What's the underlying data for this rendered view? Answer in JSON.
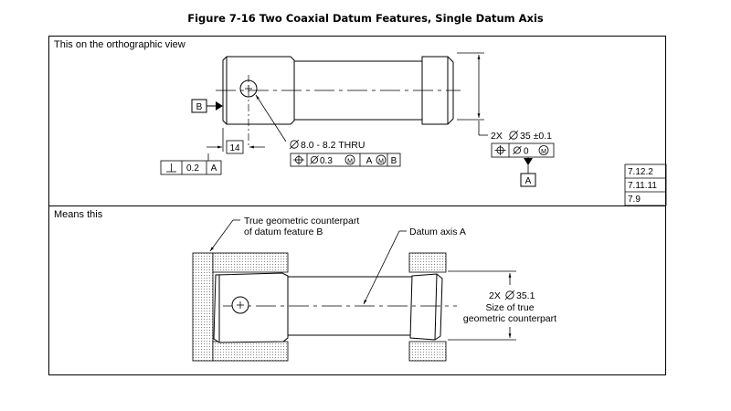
{
  "figure": {
    "title": "Figure 7-16 Two Coaxial Datum Features, Single Datum Axis"
  },
  "top_panel": {
    "caption": "This on the orthographic view",
    "datum_b_label": "B",
    "datum_a_label": "A",
    "dim_14": "14",
    "hole_spec": "8.0 - 8.2  THRU",
    "hole_fcf": {
      "tolerance": "0.3",
      "datum_1": "A",
      "datum_2": "B"
    },
    "perp_fcf": {
      "tolerance": "0.2",
      "datum": "A"
    },
    "shaft_spec": "2X",
    "shaft_dim": "35 ±0.1",
    "shaft_fcf": {
      "tolerance": "0"
    },
    "refs": [
      "7.12.2",
      "7.11.11",
      "7.9"
    ]
  },
  "bottom_panel": {
    "caption": "Means this",
    "note_b_line1": "True geometric counterpart",
    "note_b_line2": "of datum feature B",
    "note_axis": "Datum axis A",
    "size_line1": "2X",
    "size_line1_dim": "35.1",
    "size_line2": "Size of true",
    "size_line3": "geometric counterpart"
  }
}
